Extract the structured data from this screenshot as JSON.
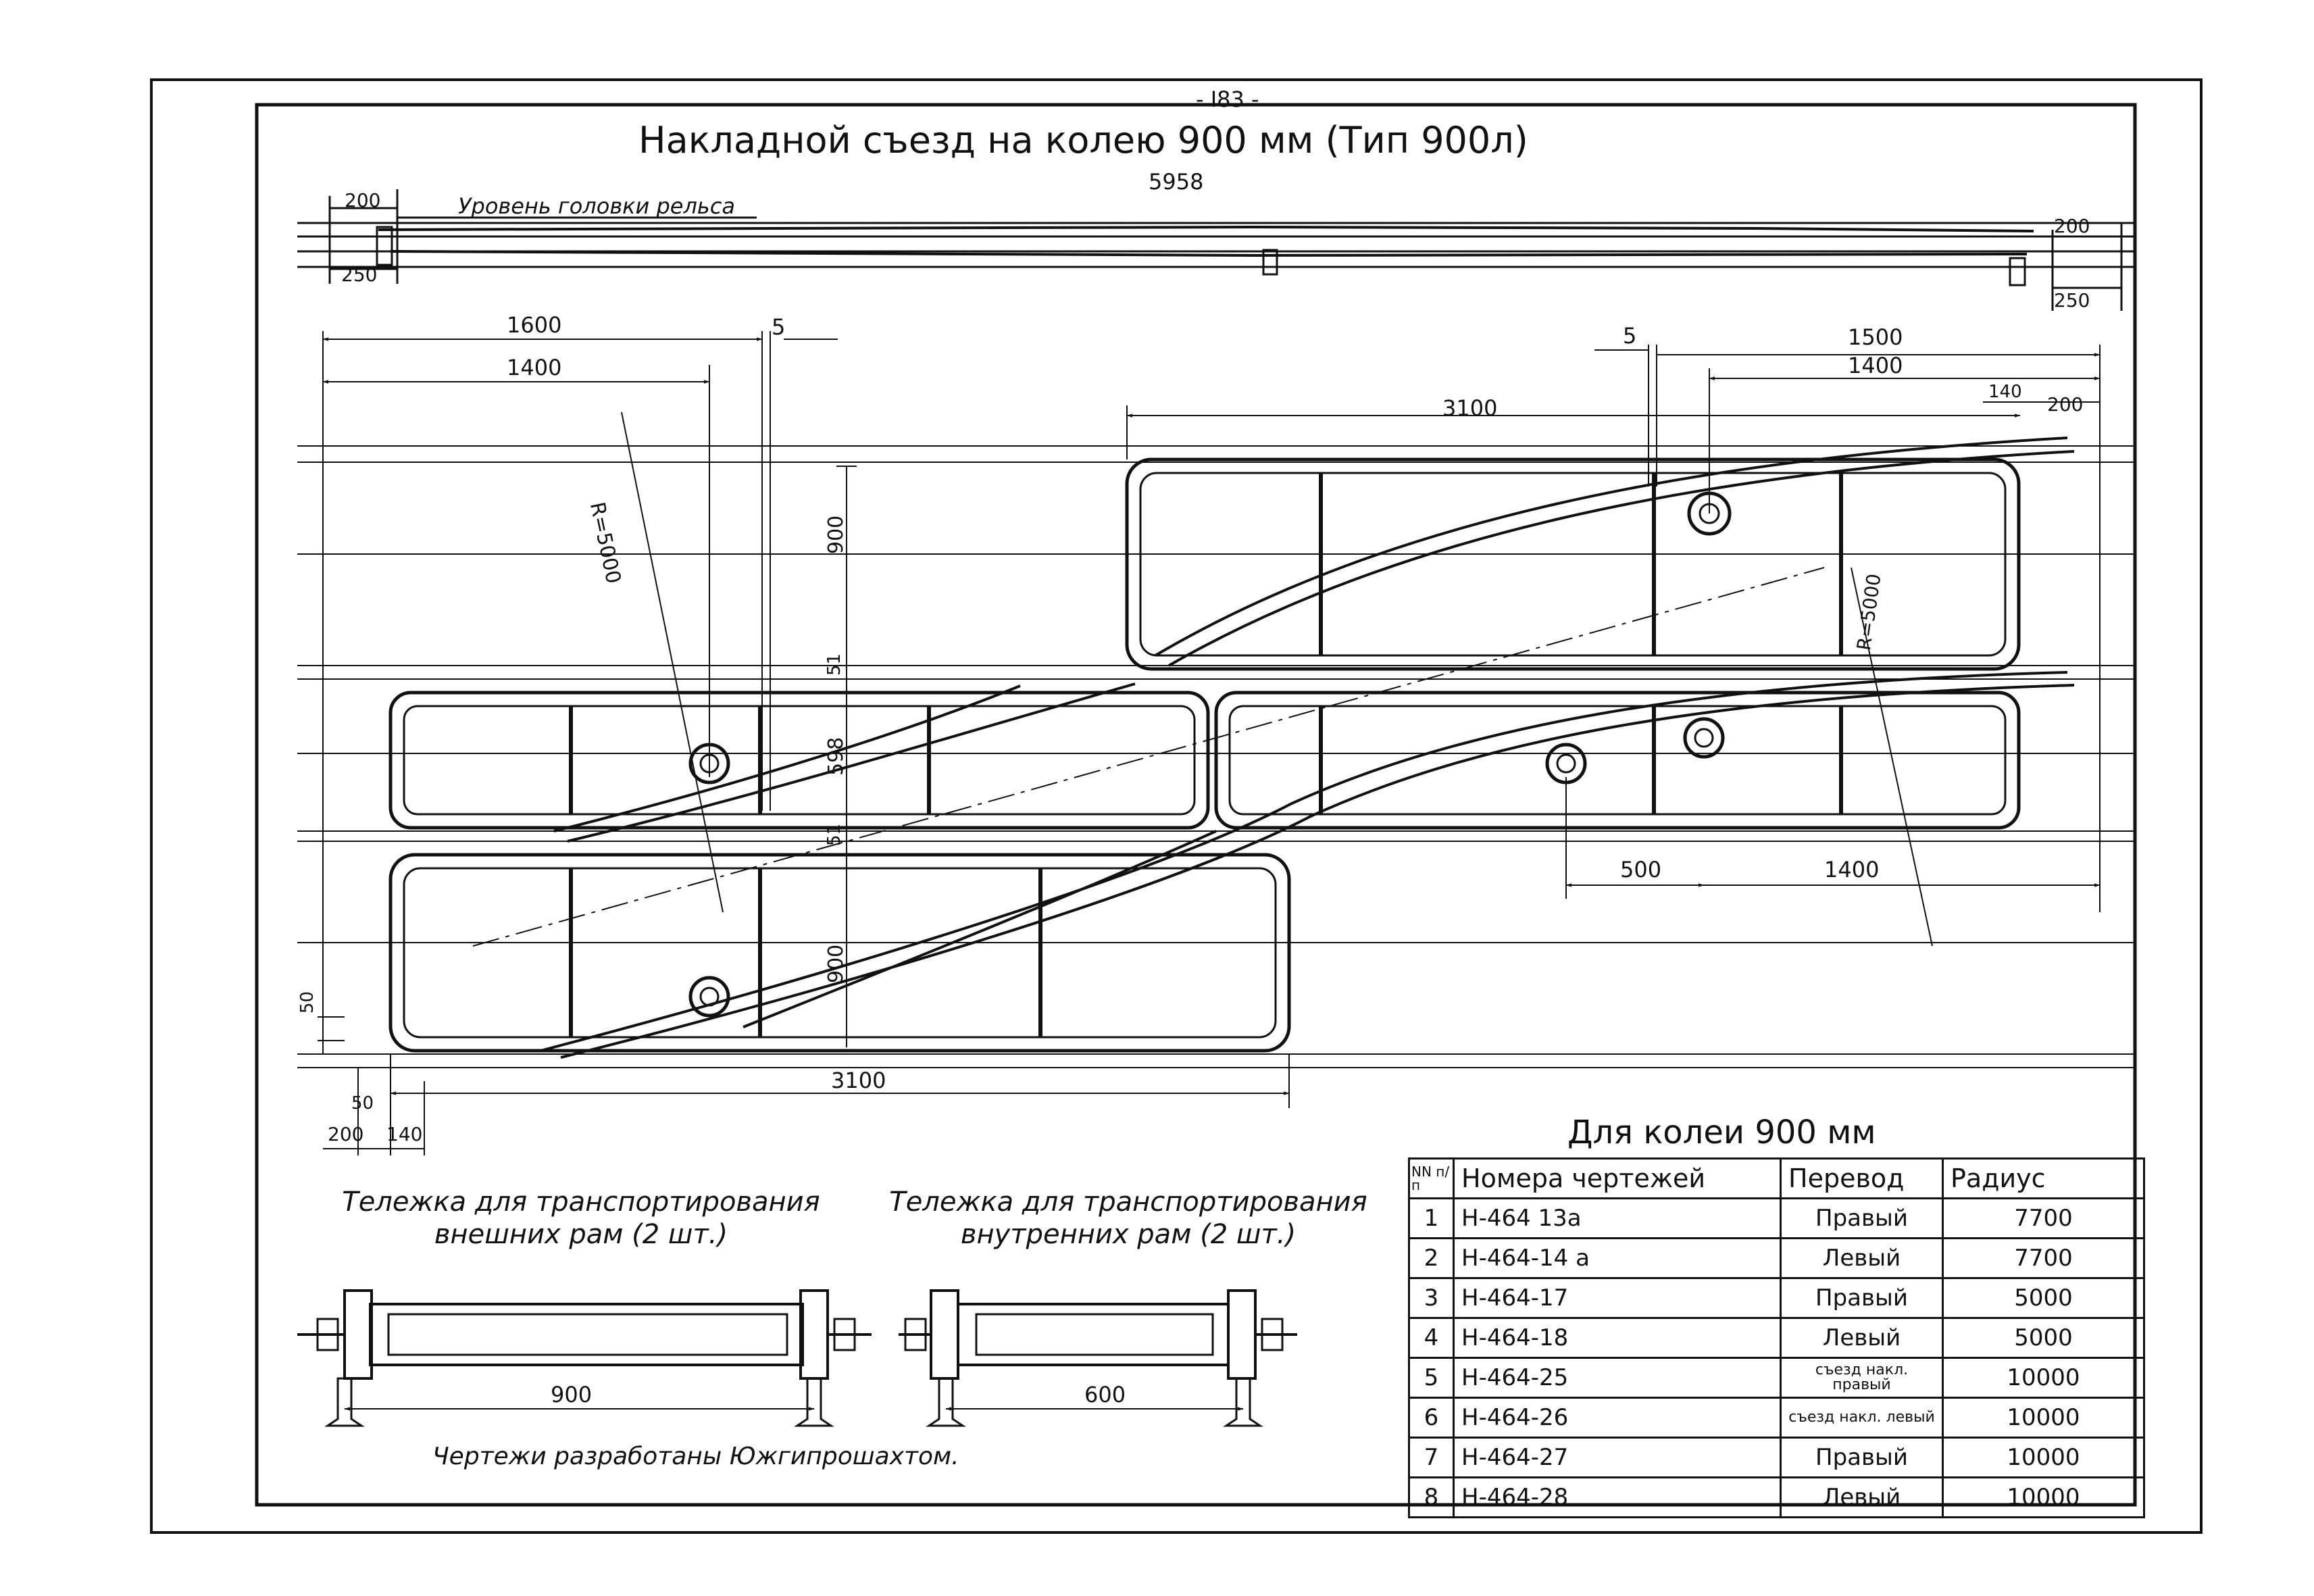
{
  "page_number": "- I83 -",
  "title": "Накладной съезд на колею 900 мм (Тип 900л)",
  "top_section": {
    "overall_length": "5958",
    "rail_head_label": "Уровень головки рельса",
    "dims": [
      "200",
      "250",
      "200",
      "250"
    ]
  },
  "plan_dims": {
    "left": [
      "1600",
      "1400",
      "5"
    ],
    "right": [
      "5",
      "1500",
      "1400",
      "3100",
      "140",
      "200"
    ],
    "radius_left": "R=5000",
    "radius_right": "R=5000",
    "vertical": [
      "900",
      "51",
      "598",
      "51",
      "900"
    ],
    "lower_right": [
      "500",
      "1400"
    ],
    "bottom": [
      "3100",
      "50",
      "50",
      "200",
      "140"
    ]
  },
  "carts": {
    "outer": {
      "caption": "Тележка для транспортирования внешних рам (2 шт.)",
      "dim": "900"
    },
    "inner": {
      "caption": "Тележка для транспортирования внутренних рам (2 шт.)",
      "dim": "600"
    }
  },
  "credit": "Чертежи разработаны Южгипрошахтом.",
  "table": {
    "heading": "Для колеи 900 мм",
    "columns": [
      "NN п/п",
      "Номера чертежей",
      "Перевод",
      "Радиус"
    ],
    "rows": [
      {
        "n": "1",
        "drawing": "Н-464 13а",
        "turnout": "Правый",
        "radius": "7700"
      },
      {
        "n": "2",
        "drawing": "Н-464-14 а",
        "turnout": "Левый",
        "radius": "7700"
      },
      {
        "n": "3",
        "drawing": "Н-464-17",
        "turnout": "Правый",
        "radius": "5000"
      },
      {
        "n": "4",
        "drawing": "Н-464-18",
        "turnout": "Левый",
        "radius": "5000"
      },
      {
        "n": "5",
        "drawing": "Н-464-25",
        "turnout": "съезд накл. правый",
        "radius": "10000"
      },
      {
        "n": "6",
        "drawing": "Н-464-26",
        "turnout": "съезд накл. левый",
        "radius": "10000"
      },
      {
        "n": "7",
        "drawing": "Н-464-27",
        "turnout": "Правый",
        "radius": "10000"
      },
      {
        "n": "8",
        "drawing": "Н-464-28",
        "turnout": "Левый",
        "radius": "10000"
      }
    ]
  }
}
